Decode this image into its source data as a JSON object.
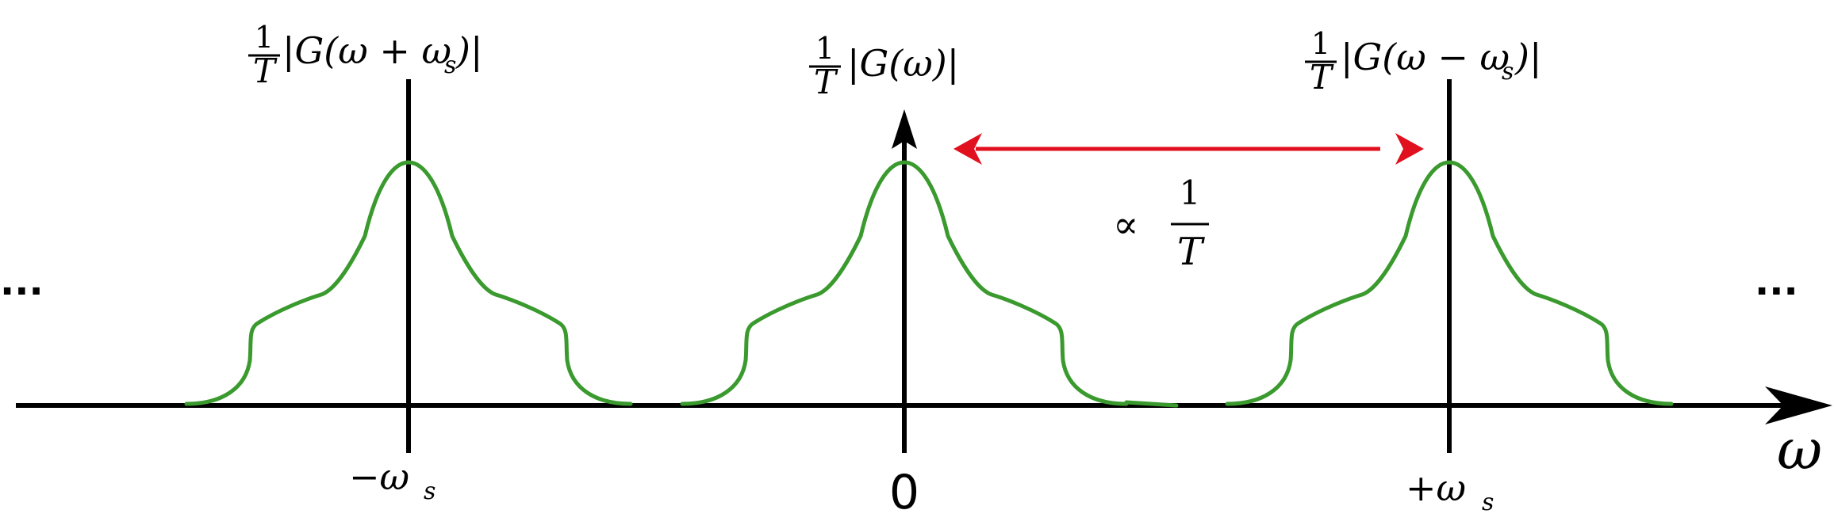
{
  "labels": {
    "spectrum_left_frac_num": "1",
    "spectrum_left_frac_den": "T",
    "spectrum_left_expr": "|G(ω + ω",
    "spectrum_left_sub": "s",
    "spectrum_left_close": ")|",
    "spectrum_center_frac_num": "1",
    "spectrum_center_frac_den": "T",
    "spectrum_center_expr": "|G(ω)|",
    "spectrum_right_frac_num": "1",
    "spectrum_right_frac_den": "T",
    "spectrum_right_expr": "|G(ω − ω",
    "spectrum_right_sub": "s",
    "spectrum_right_close": ")|",
    "tick_left_main": "−ω",
    "tick_left_sub": "s",
    "tick_center": "0",
    "tick_right_main": "+ω",
    "tick_right_sub": "s",
    "axis_label": "ω",
    "spacing_symbol": "∝",
    "spacing_frac_num": "1",
    "spacing_frac_den": "T",
    "ellipsis_left": "...",
    "ellipsis_right": "..."
  },
  "colors": {
    "axis": "#000000",
    "spectrum": "#3a9a2e",
    "spacing_arrow": "#e0101e"
  }
}
